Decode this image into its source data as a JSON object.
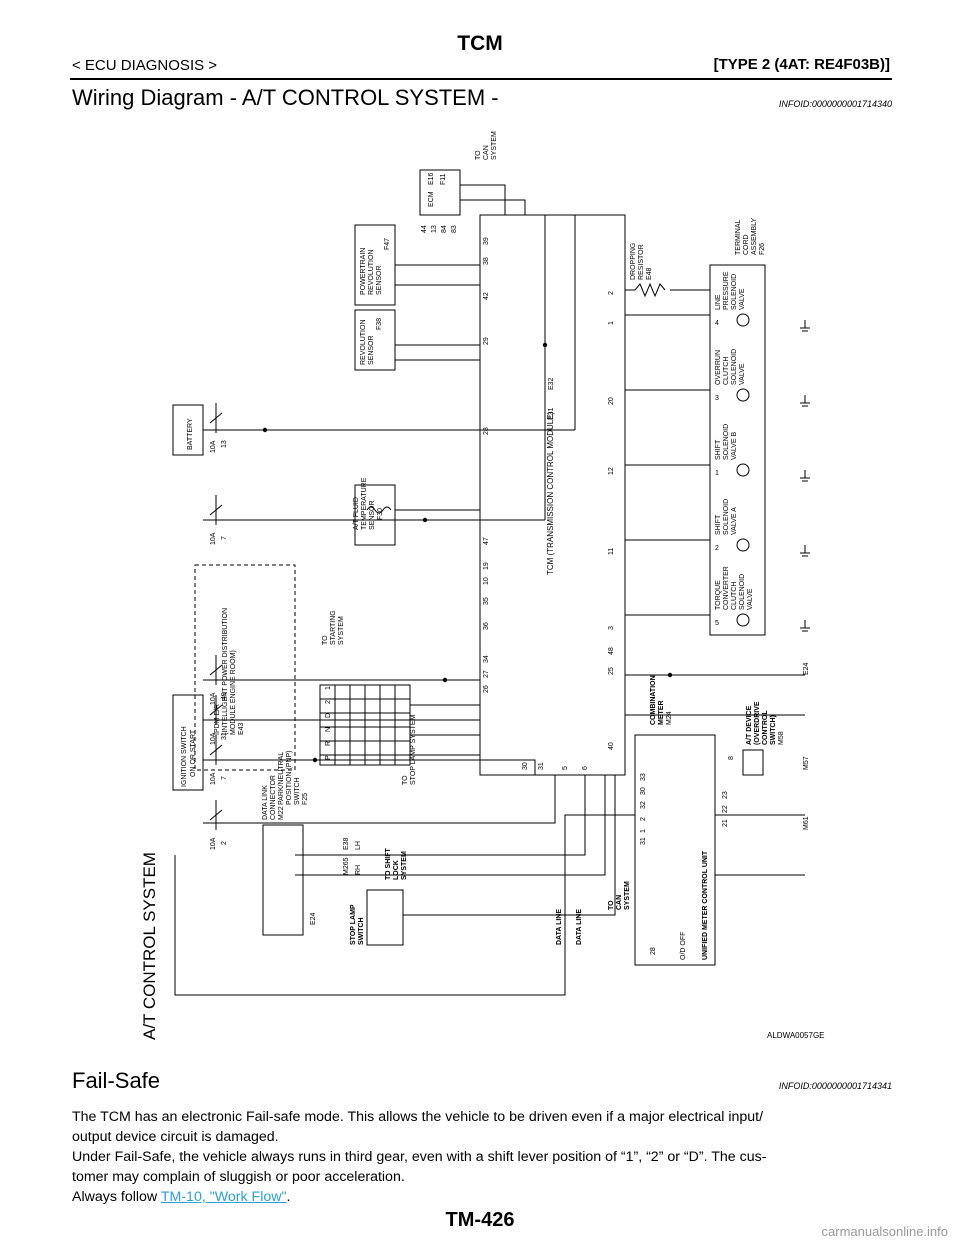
{
  "header": {
    "title": "TCM",
    "breadcrumb": "< ECU DIAGNOSIS >",
    "type_label": "[TYPE 2 (4AT: RE4F03B)]"
  },
  "section_wiring": {
    "title": "Wiring Diagram - A/T CONTROL SYSTEM -",
    "info_id": "INFOID:0000000001714340"
  },
  "diagram": {
    "system_label": "A/T CONTROL SYSTEM",
    "figure_code": "ALDWA0057GE",
    "battery": "BATTERY",
    "ignition": [
      "IGNITION SWITCH",
      "ON OR START"
    ],
    "ipdm": [
      "IPDM E/R",
      "(INTELLIGENT POWER DISTRIBUTION",
      "MODULE ENGINE ROOM)",
      "E43"
    ],
    "fuses": [
      {
        "amp": "10A",
        "no": "2"
      },
      {
        "amp": "10A",
        "no": "7"
      },
      {
        "amp": "10A",
        "no": "31"
      },
      {
        "amp": "10A",
        "no": "49"
      },
      {
        "amp": "10A",
        "no": "7"
      },
      {
        "amp": "10A",
        "no": "13"
      }
    ],
    "dlc": [
      "DATA LINK",
      "CONNECTOR",
      "M22",
      "E24"
    ],
    "stop_lamp": [
      "STOP LAMP",
      "SWITCH",
      "M265",
      "E38"
    ],
    "stop_lamp_side": [
      "RH",
      "LH"
    ],
    "pnp": [
      "PARK/NEUTRAL",
      "POSITION (PNP)",
      "SWITCH",
      "F25"
    ],
    "pnp_positions": [
      "P",
      "R",
      "N",
      "D",
      "2",
      "1"
    ],
    "to_starting": [
      "TO",
      "STARTING",
      "SYSTEM"
    ],
    "to_stop_lamp": [
      "TO",
      "STOP LAMP SYSTEM"
    ],
    "to_shift_lock": [
      "TO SHIFT",
      "LOCK",
      "SYSTEM"
    ],
    "to_can_top": [
      "TO",
      "CAN",
      "SYSTEM"
    ],
    "to_can_mid": [
      "TO",
      "CAN",
      "SYSTEM"
    ],
    "ecm": [
      "ECM",
      "E16",
      "F11"
    ],
    "ecm_pins": [
      "44",
      "13",
      "84",
      "83"
    ],
    "prs": [
      "POWERTRAIN",
      "REVOLUTION",
      "SENSOR",
      "F47"
    ],
    "rev": [
      "REVOLUTION",
      "SENSOR",
      "F38"
    ],
    "atf": [
      "A/T FLUID",
      "TEMPERATURE",
      "SENSOR",
      "F30"
    ],
    "tcm": [
      "TCM (TRANSMISSION CONTROL MODULE)",
      "E31",
      "E32"
    ],
    "tcm_top_pins": [
      "39",
      "38",
      "42",
      "29",
      "28",
      "47",
      "19",
      "10",
      "35",
      "36",
      "34",
      "27",
      "26"
    ],
    "tcm_bottom_pins": [
      "2",
      "1",
      "20",
      "12",
      "11",
      "3",
      "48",
      "25",
      "40"
    ],
    "tcm_left_pins": [
      "30",
      "31",
      "5",
      "6"
    ],
    "dropping": [
      "DROPPING",
      "RESISTOR",
      "E48"
    ],
    "terminal_cord": [
      "TERMINAL",
      "CORD",
      "ASSEMBLY",
      "F26"
    ],
    "solenoids": [
      {
        "lines": [
          "LINE",
          "PRESSURE",
          "SOLENOID",
          "VALVE"
        ],
        "pin": "4"
      },
      {
        "lines": [
          "OVERRUN",
          "CLUTCH",
          "SOLENOID",
          "VALVE"
        ],
        "pin": "3"
      },
      {
        "lines": [
          "SHIFT",
          "SOLENOID",
          "VALVE B"
        ],
        "pin": "1"
      },
      {
        "lines": [
          "SHIFT",
          "SOLENOID",
          "VALVE A"
        ],
        "pin": "2"
      },
      {
        "lines": [
          "TORQUE",
          "CONVERTER",
          "CLUTCH",
          "SOLENOID",
          "VALVE"
        ],
        "pin": "5"
      }
    ],
    "combination": [
      "COMBINATION",
      "METER",
      "M24"
    ],
    "od_switch": [
      "A/T DEVICE",
      "(OVERDRIVE",
      "CONTROL",
      "SWITCH)",
      "M58"
    ],
    "umcu": "UNIFIED METER CONTROL UNIT",
    "od_off": "O/D OFF",
    "data_line": "DATA LINE",
    "grounds": [
      "E24",
      "M57",
      "M61"
    ],
    "meter_pins": [
      "31",
      "1",
      "2",
      "32",
      "30",
      "33",
      "21",
      "22",
      "23",
      "8",
      "28"
    ]
  },
  "section_failsafe": {
    "title": "Fail-Safe",
    "info_id": "INFOID:0000000001714341",
    "paragraphs": [
      "The TCM has an electronic Fail-safe mode. This allows the vehicle to be driven even if a major electrical input/",
      "output device circuit is damaged.",
      "Under Fail-Safe, the vehicle always runs in third gear, even with a shift lever position of “1”, “2” or “D”. The cus-",
      "tomer may complain of sluggish or poor acceleration."
    ],
    "follow_prefix": "Always follow ",
    "follow_link": "TM-10, \"Work Flow\"",
    "follow_suffix": "."
  },
  "footer": {
    "page_number": "TM-426",
    "watermark": "carmanualsonline.info"
  }
}
